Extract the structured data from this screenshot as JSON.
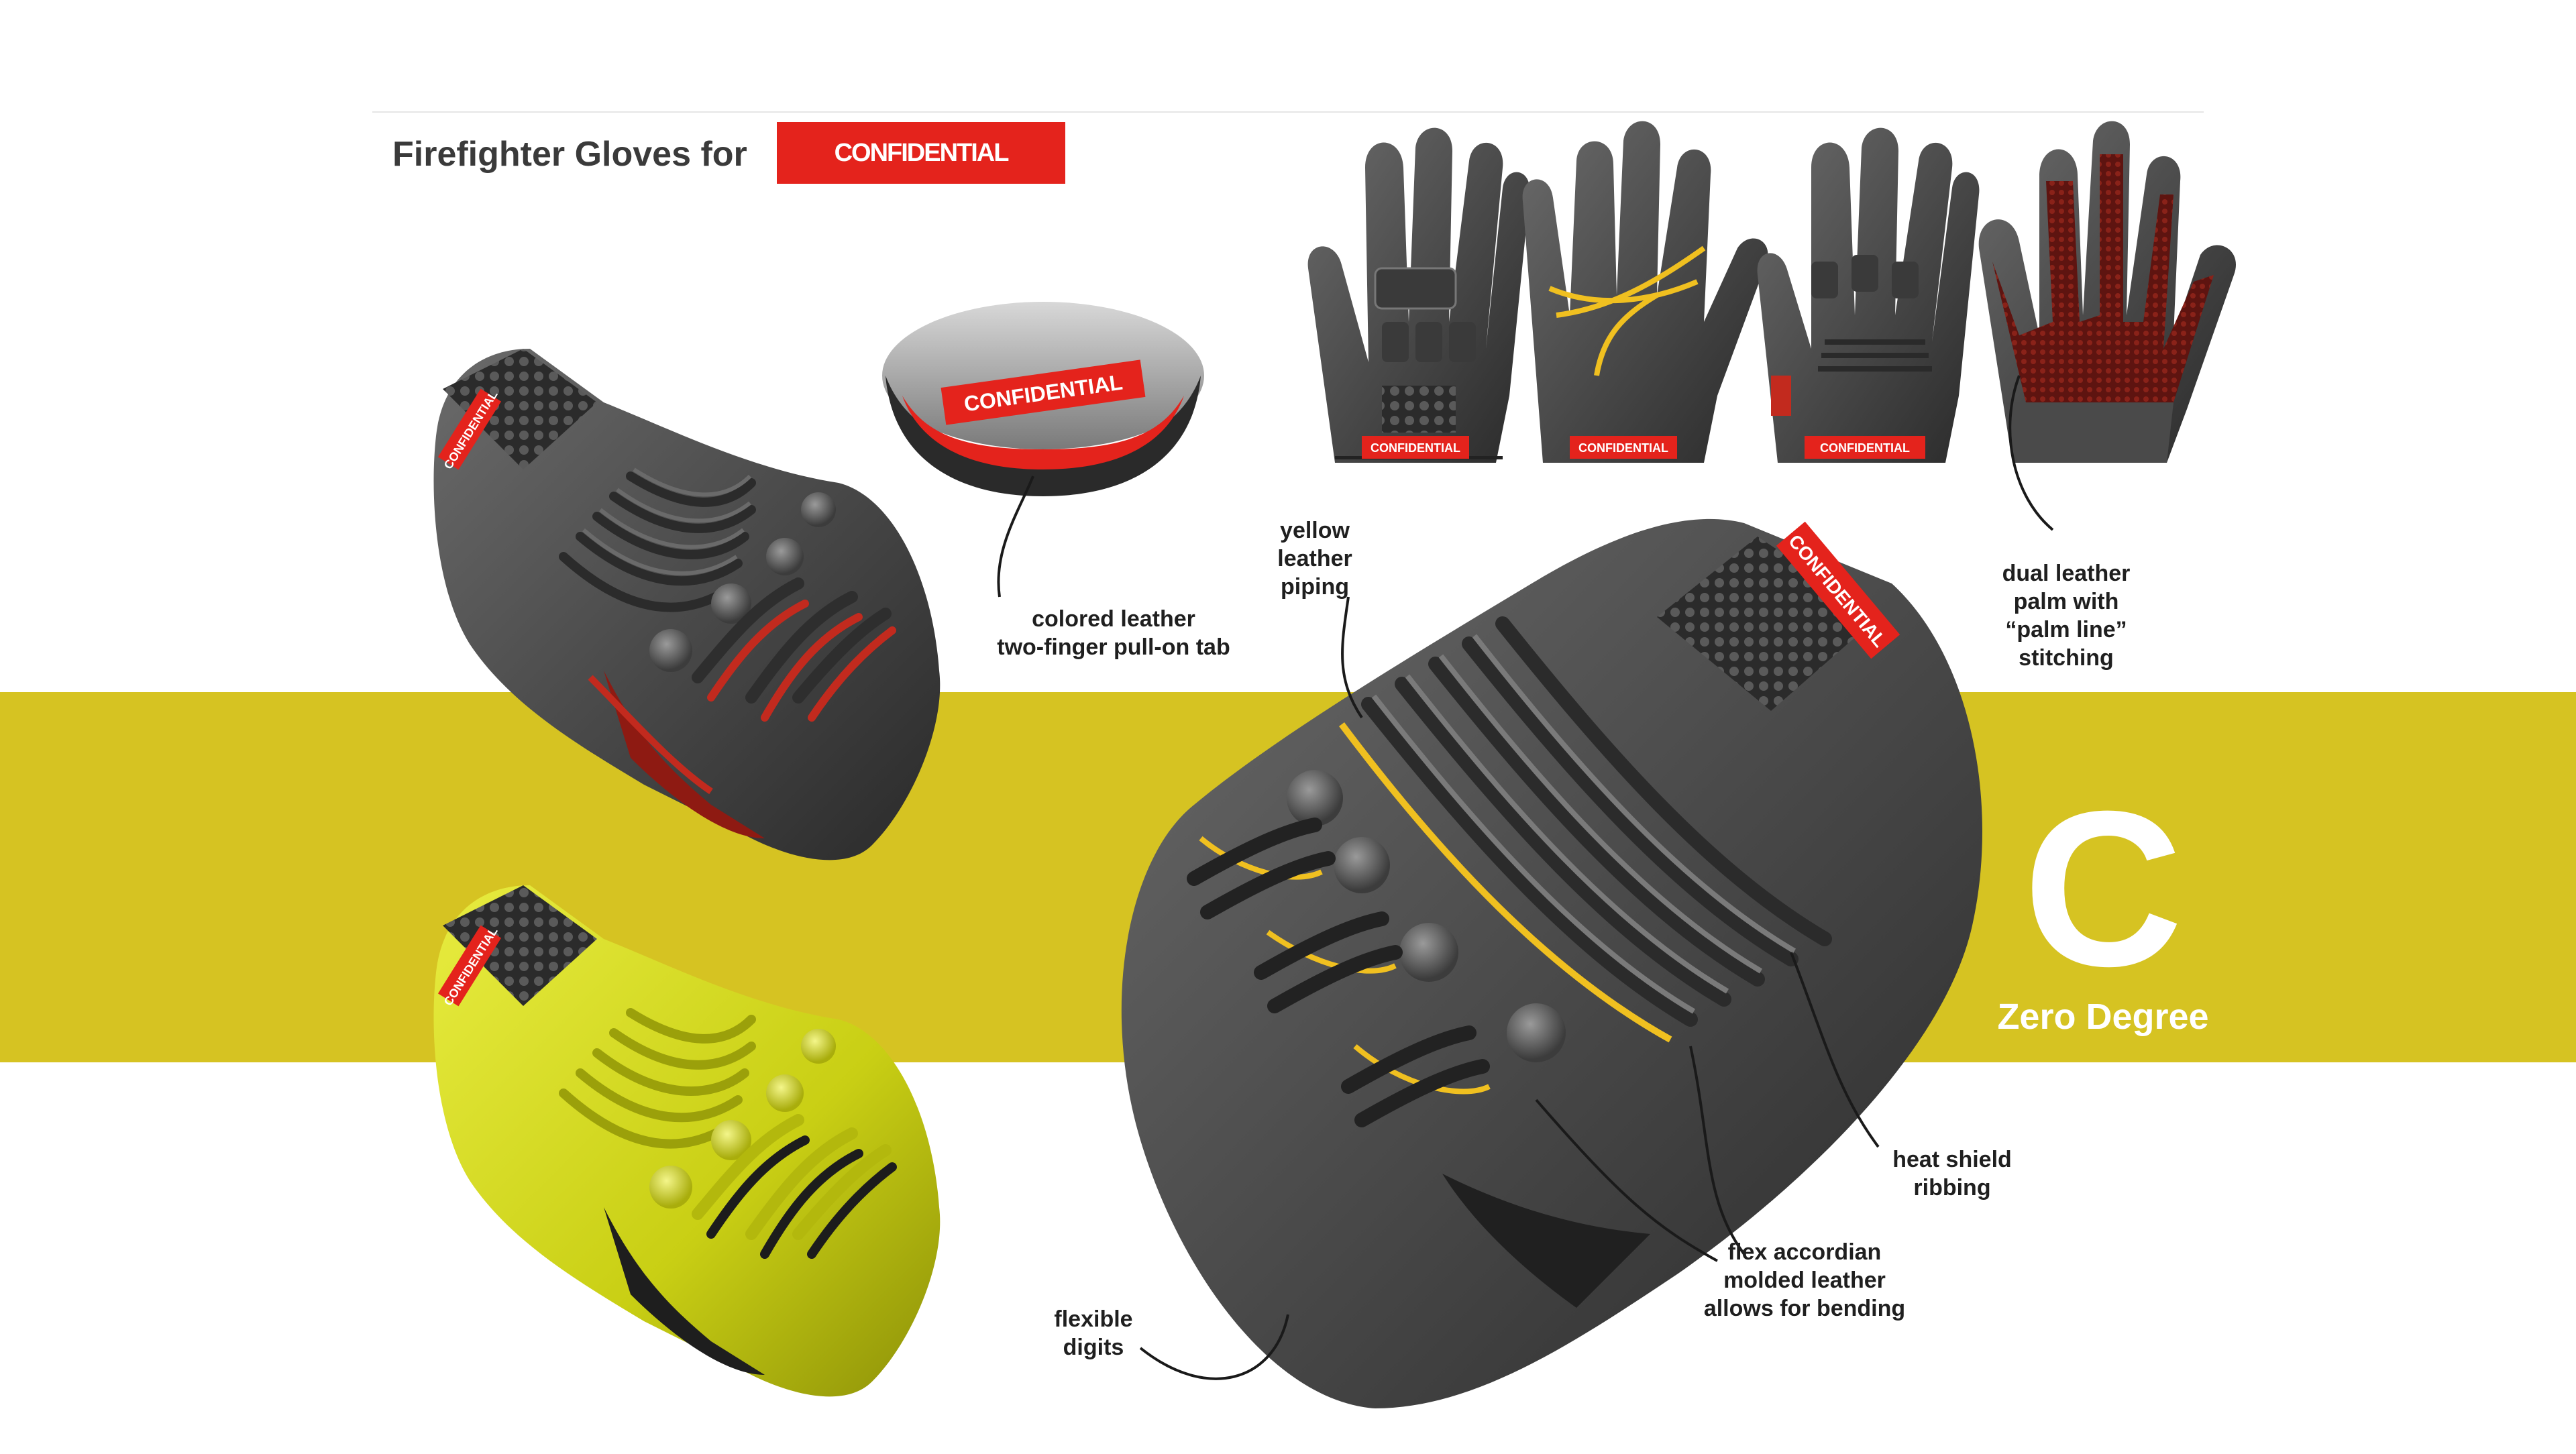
{
  "header": {
    "title": "Firefighter Gloves for",
    "badge": "CONFIDENTIAL"
  },
  "brand": {
    "letter": "C",
    "tagline": "Zero Degree"
  },
  "labels": {
    "tab": "CONFIDENTIAL"
  },
  "annotations": {
    "pull_tab": [
      "colored leather",
      "two-finger pull-on tab"
    ],
    "piping": [
      "yellow",
      "leather",
      "piping"
    ],
    "palm": [
      "dual leather",
      "palm with",
      "“palm line”",
      "stitching"
    ],
    "heat_shield": [
      "heat shield",
      "ribbing"
    ],
    "accordian": [
      "flex accordian",
      "molded leather",
      "allows for bending"
    ],
    "digits": [
      "flexible",
      "digits"
    ]
  },
  "colors": {
    "band": "#d6c322",
    "accent_red": "#e4231c",
    "leather_dark": "#4a4a4a",
    "leather_yellow": "#d6dc1e",
    "piping_yellow": "#f0c020",
    "palm_red": "#7a1a14"
  }
}
